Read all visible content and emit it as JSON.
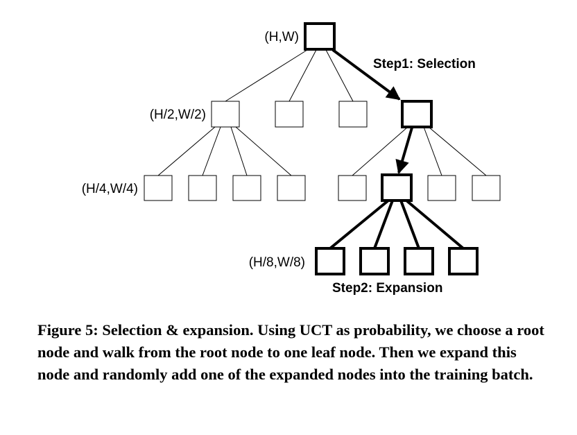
{
  "diagram": {
    "levels": [
      {
        "label": "(H,W)"
      },
      {
        "label": "(H/2,W/2)"
      },
      {
        "label": "(H/4,W/4)"
      },
      {
        "label": "(H/8,W/8)"
      }
    ],
    "steps": {
      "selection": "Step1: Selection",
      "expansion": "Step2: Expansion"
    }
  },
  "caption": "Figure 5: Selection & expansion. Using UCT as probability, we choose a root node and walk from the root node to one leaf node. Then we expand this node and randomly add one of the expanded nodes into the training batch."
}
